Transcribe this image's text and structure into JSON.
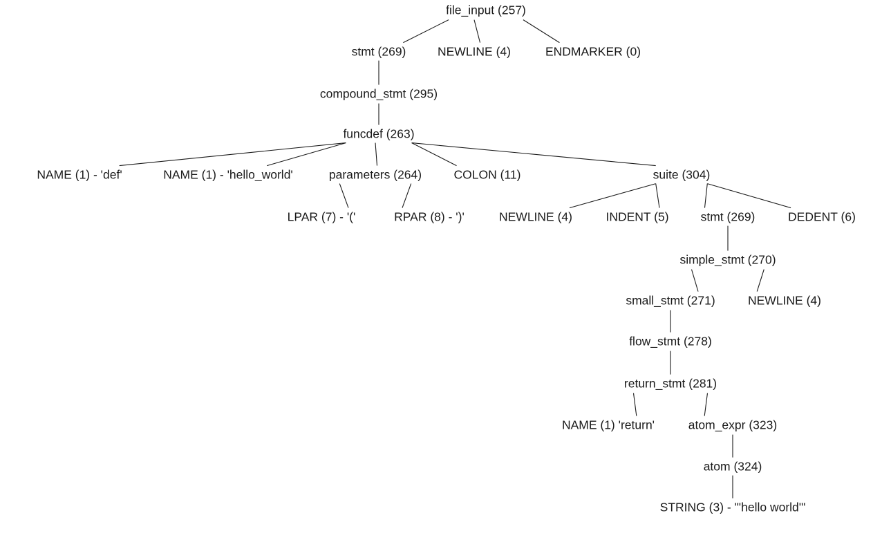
{
  "tree": {
    "nodes": [
      {
        "id": "n0",
        "label": "file_input (257)"
      },
      {
        "id": "n1",
        "label": "stmt (269)"
      },
      {
        "id": "n2",
        "label": "NEWLINE (4)"
      },
      {
        "id": "n3",
        "label": "ENDMARKER (0)"
      },
      {
        "id": "n4",
        "label": "compound_stmt (295)"
      },
      {
        "id": "n5",
        "label": "funcdef (263)"
      },
      {
        "id": "n6",
        "label": "NAME (1) - 'def'"
      },
      {
        "id": "n7",
        "label": "NAME (1) - 'hello_world'"
      },
      {
        "id": "n8",
        "label": "parameters (264)"
      },
      {
        "id": "n9",
        "label": "COLON (11)"
      },
      {
        "id": "n10",
        "label": "suite (304)"
      },
      {
        "id": "n11",
        "label": "LPAR (7) - '('"
      },
      {
        "id": "n12",
        "label": "RPAR (8) - ')'"
      },
      {
        "id": "n13",
        "label": "NEWLINE (4)"
      },
      {
        "id": "n14",
        "label": "INDENT (5)"
      },
      {
        "id": "n15",
        "label": "stmt (269)"
      },
      {
        "id": "n16",
        "label": "DEDENT (6)"
      },
      {
        "id": "n17",
        "label": "simple_stmt (270)"
      },
      {
        "id": "n18",
        "label": "small_stmt (271)"
      },
      {
        "id": "n19",
        "label": "NEWLINE (4)"
      },
      {
        "id": "n20",
        "label": "flow_stmt (278)"
      },
      {
        "id": "n21",
        "label": "return_stmt (281)"
      },
      {
        "id": "n22",
        "label": "NAME (1) 'return'"
      },
      {
        "id": "n23",
        "label": "atom_expr (323)"
      },
      {
        "id": "n24",
        "label": "atom (324)"
      },
      {
        "id": "n25",
        "label": "STRING (3) - \"'hello world'\""
      }
    ],
    "edges": [
      [
        "n0",
        "n1"
      ],
      [
        "n0",
        "n2"
      ],
      [
        "n0",
        "n3"
      ],
      [
        "n1",
        "n4"
      ],
      [
        "n4",
        "n5"
      ],
      [
        "n5",
        "n6"
      ],
      [
        "n5",
        "n7"
      ],
      [
        "n5",
        "n8"
      ],
      [
        "n5",
        "n9"
      ],
      [
        "n5",
        "n10"
      ],
      [
        "n8",
        "n11"
      ],
      [
        "n8",
        "n12"
      ],
      [
        "n10",
        "n13"
      ],
      [
        "n10",
        "n14"
      ],
      [
        "n10",
        "n15"
      ],
      [
        "n10",
        "n16"
      ],
      [
        "n15",
        "n17"
      ],
      [
        "n17",
        "n18"
      ],
      [
        "n17",
        "n19"
      ],
      [
        "n18",
        "n20"
      ],
      [
        "n20",
        "n21"
      ],
      [
        "n21",
        "n22"
      ],
      [
        "n21",
        "n23"
      ],
      [
        "n23",
        "n24"
      ],
      [
        "n24",
        "n25"
      ]
    ]
  }
}
